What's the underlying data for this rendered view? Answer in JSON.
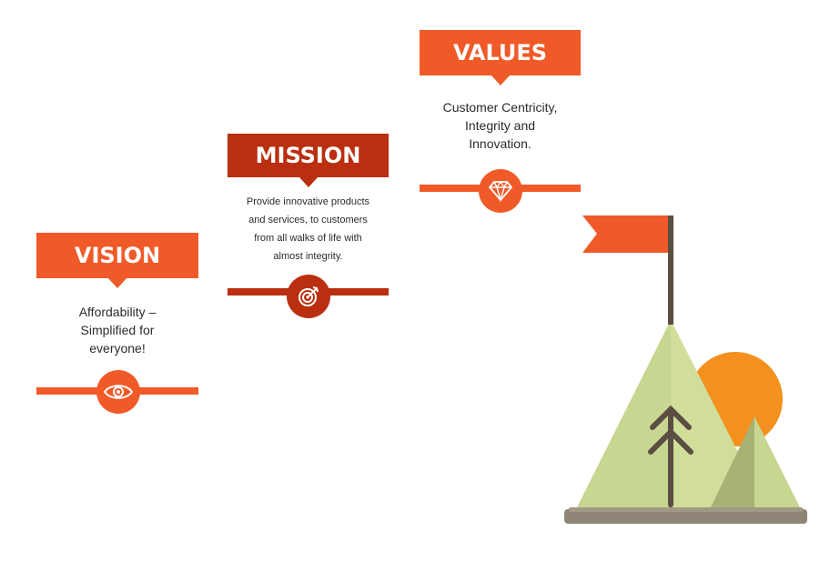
{
  "colors": {
    "orange": "#F05A28",
    "red": "#BA2F0F",
    "flag_pole": "#5A4E42",
    "mountain_light": "#C7D690",
    "mountain_dark": "#A6B374",
    "sun": "#F4901E",
    "ground": "#8F8577"
  },
  "vision": {
    "heading": "VISION",
    "lines": [
      "Affordability –",
      "Simplified for",
      "everyone!"
    ],
    "icon": "eye-icon"
  },
  "mission": {
    "heading": "MISSION",
    "lines": [
      "Provide innovative products",
      "and services, to customers",
      "from all walks of life with",
      "almost integrity."
    ],
    "icon": "target-icon"
  },
  "values": {
    "heading": "VALUES",
    "lines": [
      "Customer Centricity,",
      "Integrity and",
      "Innovation."
    ],
    "icon": "diamond-icon"
  },
  "illustration": {
    "icons": [
      "flag-icon",
      "mountain-icon",
      "sun-icon",
      "tree-icon"
    ]
  }
}
